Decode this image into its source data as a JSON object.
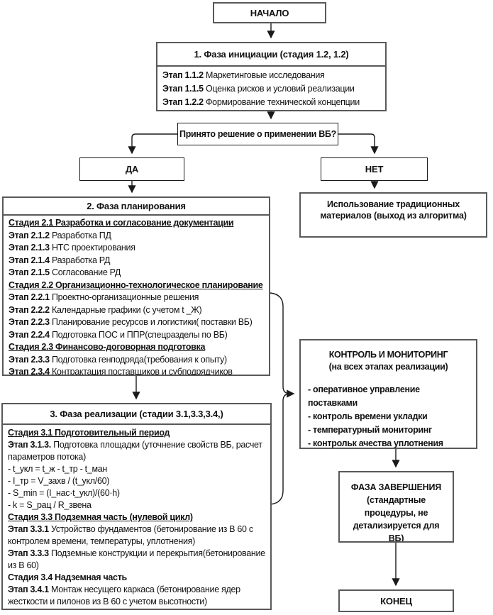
{
  "colors": {
    "box_border": "#595959",
    "thin_border": "#1a1a1a",
    "line": "#1a1a1a",
    "text": "#111111",
    "background": "#ffffff"
  },
  "nodes": {
    "start": {
      "label": "НАЧАЛО"
    },
    "phase1": {
      "title": "1. Фаза инициации (стадия 1.2, 1.2)",
      "items": [
        {
          "b": "Этап 1.1.2",
          "t": " Маркетинговые исследования"
        },
        {
          "b": "Этап 1.1.5",
          "t": " Оценка рисков и условий реализации"
        },
        {
          "b": "Этап 1.2.2",
          "t": " Формирование технической концепции"
        }
      ]
    },
    "decision": {
      "label": "Принято решение о применении ВБ?"
    },
    "yes": {
      "label": "ДА"
    },
    "no": {
      "label": "НЕТ"
    },
    "phase2": {
      "title": "2. Фаза планирования",
      "lines": [
        {
          "b": "Стадия 2.1 Разработка и согласование документации",
          "t": ""
        },
        {
          "b": "Этап 2.1.2",
          "t": " Разработка ПД"
        },
        {
          "b": "Этап 2.1.3",
          "t": " НТС проектирования"
        },
        {
          "b": "Этап 2.1.4",
          "t": " Разработка РД"
        },
        {
          "b": "Этап 2.1.5",
          "t": " Согласование РД"
        },
        {
          "b": "Стадия 2.2 Организационно-технологическое планирование",
          "t": ""
        },
        {
          "b": "Этап 2.2.1",
          "t": " Проектно-организационные решения"
        },
        {
          "b": "Этап 2.2.2",
          "t": " Календарные графики (с учетом t _Ж)"
        },
        {
          "b": "Этап 2.2.3",
          "t": "  Планирование ресурсов и логистики( поставки ВБ)"
        },
        {
          "b": "Этап 2.2.4",
          "t": " Подготовка ПОС и ППР(спецразделы по ВБ)"
        },
        {
          "b": "Стадия 2.3 Финансово-договорная подготовка",
          "t": ""
        },
        {
          "b": "Этап 2.3.3",
          "t": " Подготовка генподряда(требования к опыту)"
        },
        {
          "b": "Этап 2.3.4",
          "t": " Контрактация поставщиков и субподрядчиков"
        }
      ]
    },
    "traditional": {
      "label": "Использование традиционных материалов (выход из алгоритма)"
    },
    "phase3": {
      "title": "3. Фаза реализации (стадии 3.1,3.3,3.4,)",
      "lines": [
        {
          "b": "Стадия 3.1 Подготовительный период",
          "t": ""
        },
        {
          "b": "Этап 3.1.3.",
          "t": " Подготовка площадки (уточнение свойств ВБ, расчет параметров потока)"
        },
        {
          "b": "",
          "t": " - t_укл = t_ж - t_тр - t_ман"
        },
        {
          "b": "",
          "t": " - I_тр = V_захв / (t_укл/60)"
        },
        {
          "b": "",
          "t": "- S_min = (I_нас·t_укл)/(60·h)"
        },
        {
          "b": "",
          "t": "- k = S_рац / R_звена"
        },
        {
          "b": "Стадия 3.3 Подземная часть (нулевой цикл)",
          "t": ""
        },
        {
          "b": "Этап 3.3.1",
          "t": " Устройство фундаментов (бетонирование из В 60 с контролем времени, температуры, уплотнения)"
        },
        {
          "b": "Этап 3.3.3",
          "t": " Подземные конструкции и перекрытия(бетонирование из В 60)"
        },
        {
          "b": "Стадия 3.4 Надземная часть",
          "t": ""
        },
        {
          "b": "Этап 3.4.1",
          "t": " Монтаж несущего каркаса (бетонирование ядер жесткости и пилонов из В 60 с учетом высотности)"
        }
      ]
    },
    "control": {
      "title": "КОНТРОЛЬ И МОНИТОРИНГ",
      "subtitle": "(на всех этапах реализации)",
      "items": [
        "- оперативное управление поставками",
        "- контроль времени укладки",
        "- температурный мониторинг",
        "- контрольк ачества уплотнения"
      ]
    },
    "completion": {
      "title": "ФАЗА ЗАВЕРШЕНИЯ",
      "note": "(стандартные процедуры, не детализируется для ВБ)"
    },
    "end": {
      "label": "КОНЕЦ"
    }
  }
}
